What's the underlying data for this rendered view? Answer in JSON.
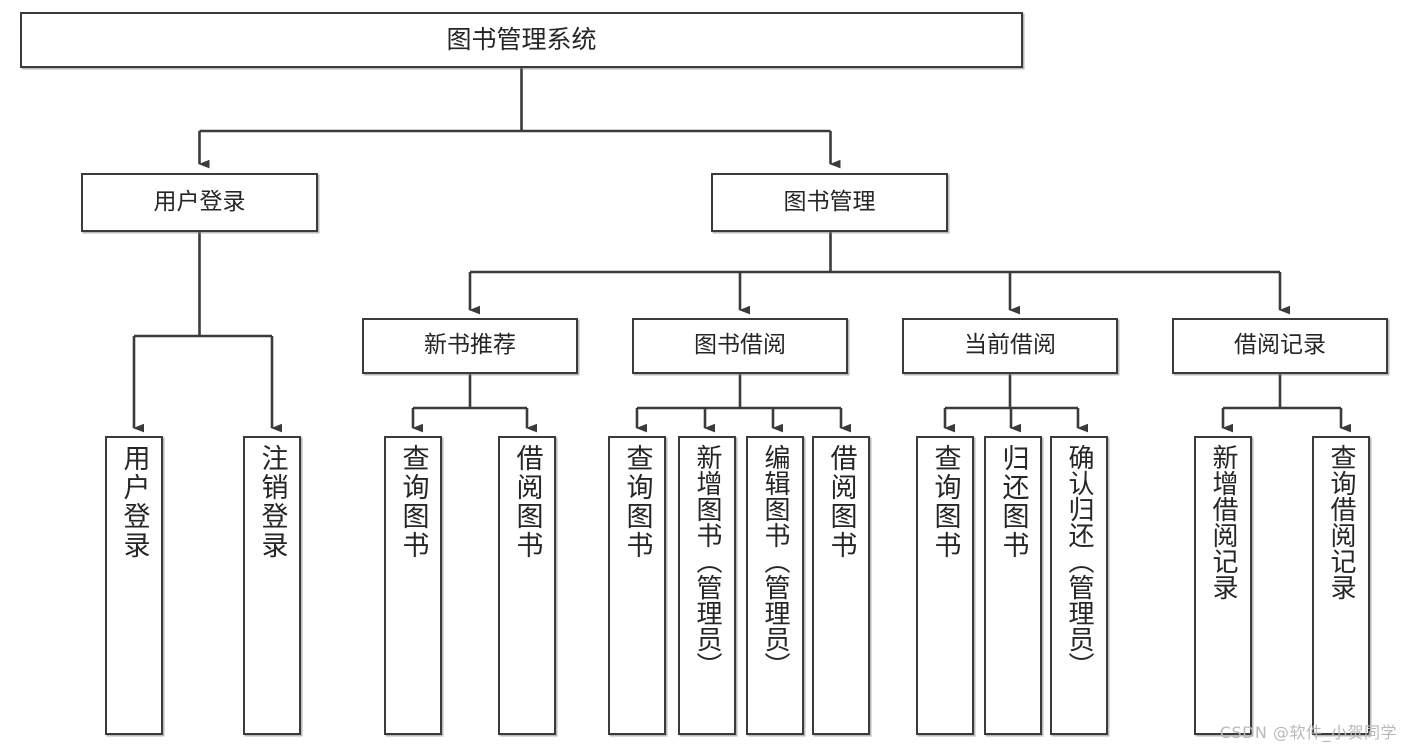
{
  "diagram": {
    "title": "图书管理系统",
    "type": "tree",
    "orientation": "top-down",
    "colors": {
      "box_border": "#3b3b3b",
      "box_fill": "#ffffff",
      "text": "#262626",
      "connector": "#3b3b3b",
      "shadow": "#828282",
      "watermark": "#b9b9b9",
      "background": "#ffffff"
    },
    "root": {
      "label": "图书管理系统"
    },
    "level2": [
      {
        "label": "用户登录"
      },
      {
        "label": "图书管理"
      }
    ],
    "level3": [
      {
        "label": "新书推荐"
      },
      {
        "label": "图书借阅"
      },
      {
        "label": "当前借阅"
      },
      {
        "label": "借阅记录"
      }
    ],
    "leaves": {
      "user_login": [
        {
          "label": "用户登录"
        },
        {
          "label": "注销登录"
        }
      ],
      "new_book": [
        {
          "label": "查询图书"
        },
        {
          "label": "借阅图书"
        }
      ],
      "book_borrow": [
        {
          "label": "查询图书"
        },
        {
          "label": "新增图书（管理员）"
        },
        {
          "label": "编辑图书（管理员）"
        },
        {
          "label": "借阅图书"
        }
      ],
      "current_borrow": [
        {
          "label": "查询图书"
        },
        {
          "label": "归还图书"
        },
        {
          "label": "确认归还（管理员）"
        }
      ],
      "borrow_record": [
        {
          "label": "新增借阅记录"
        },
        {
          "label": "查询借阅记录"
        }
      ]
    }
  },
  "watermark": {
    "text": "CSDN @软件_小贺同学"
  }
}
